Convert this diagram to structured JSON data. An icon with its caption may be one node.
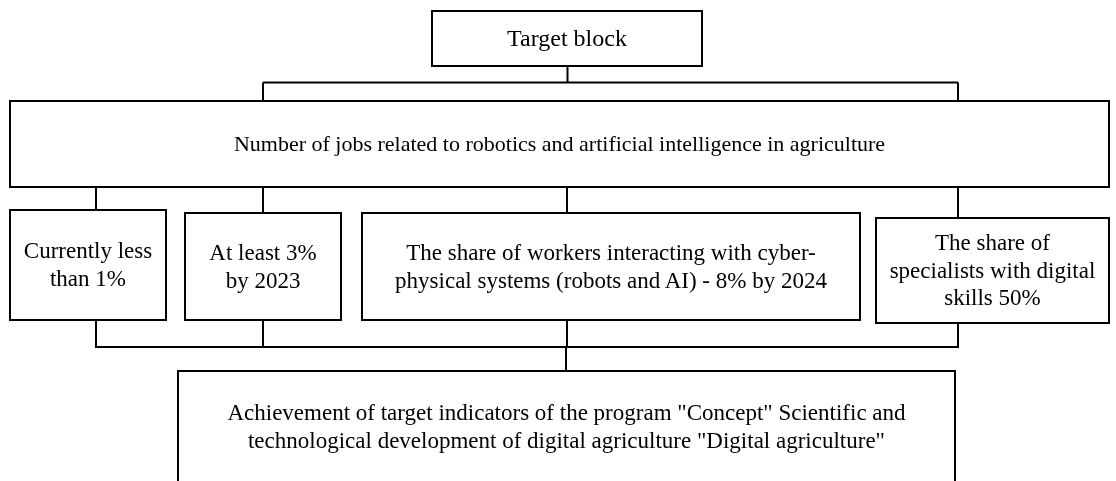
{
  "diagram": {
    "nodes": [
      {
        "text": [
          "Target block"
        ]
      },
      {
        "text": [
          "Number of jobs related to robotics and artificial intelligence in agriculture"
        ]
      },
      {
        "text": [
          "Currently less than 1%"
        ]
      },
      {
        "text": [
          "At least 3% by 2023"
        ]
      },
      {
        "text": [
          "The share of workers interacting with cyber-physical systems (robots and AI) - 8% by 2024"
        ]
      },
      {
        "text": [
          "The share of specialists with digital skills 50%"
        ]
      },
      {
        "text": [
          "Achievement of target indicators of the program \"Concept\" Scientific and technological development of digital agriculture \"Digital agriculture\""
        ]
      }
    ],
    "edges": [
      {
        "from": 0,
        "to": 1,
        "arrow": "none"
      },
      {
        "from": 1,
        "to": 2,
        "arrow": "none"
      },
      {
        "from": 1,
        "to": 3,
        "arrow": "none"
      },
      {
        "from": 1,
        "to": 4,
        "arrow": "none"
      },
      {
        "from": 1,
        "to": 5,
        "arrow": "none"
      },
      {
        "from": 2,
        "to": 6,
        "arrow": "none"
      },
      {
        "from": 3,
        "to": 6,
        "arrow": "none"
      },
      {
        "from": 4,
        "to": 6,
        "arrow": "none"
      },
      {
        "from": 5,
        "to": 6,
        "arrow": "none"
      }
    ]
  }
}
